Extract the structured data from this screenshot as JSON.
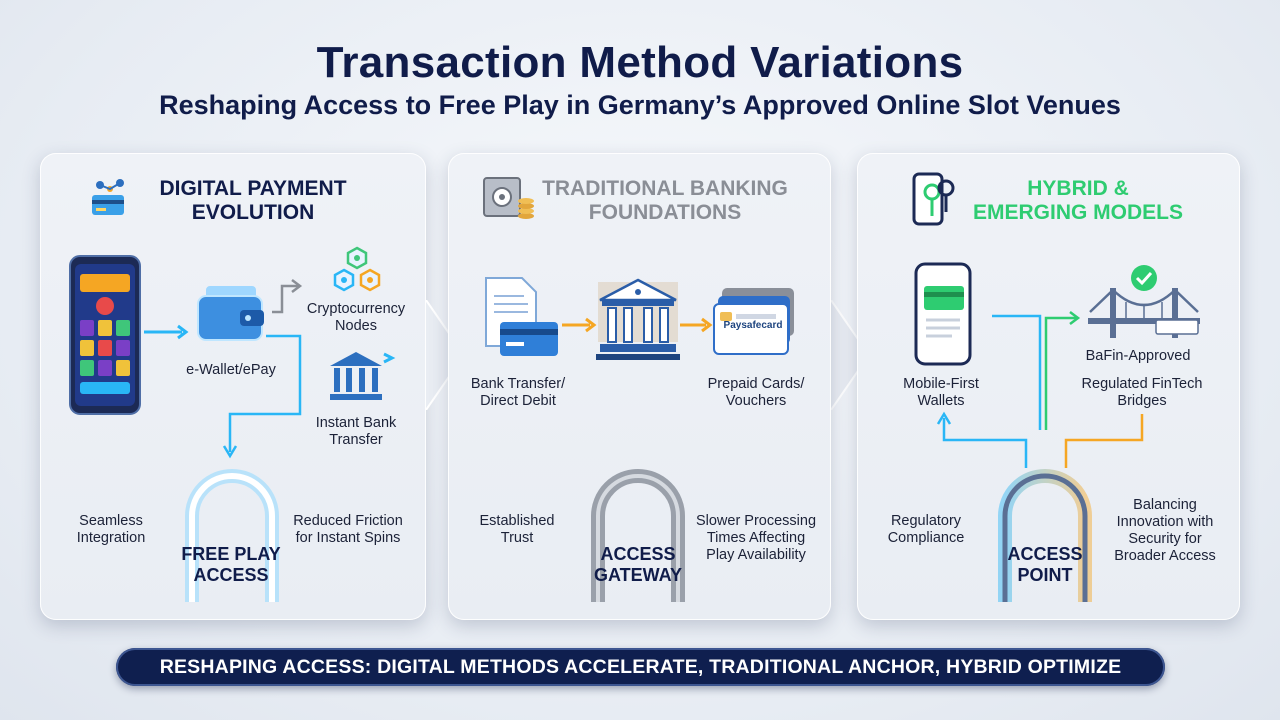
{
  "header": {
    "title": "Transaction Method Variations",
    "subtitle": "Reshaping Access to Free Play in Germany’s Approved Online Slot Venues"
  },
  "panels": {
    "digital": {
      "title_line1": "DIGITAL PAYMENT",
      "title_line2": "EVOLUTION",
      "ewallet": "e-Wallet/ePay",
      "crypto_line1": "Cryptocurrency",
      "crypto_line2": "Nodes",
      "bank_line1": "Instant Bank",
      "bank_line2": "Transfer",
      "left_line1": "Seamless",
      "left_line2": "Integration",
      "right_line1": "Reduced Friction",
      "right_line2": "for Instant Spins",
      "arch_line1": "FREE PLAY",
      "arch_line2": "ACCESS"
    },
    "traditional": {
      "title_line1": "TRADITIONAL BANKING",
      "title_line2": "FOUNDATIONS",
      "bank_line1": "Bank Transfer/",
      "bank_line2": "Direct Debit",
      "prepaid_line1": "Prepaid Cards/",
      "prepaid_line2": "Vouchers",
      "card_text": "Paysafecard",
      "left_line1": "Established",
      "left_line2": "Trust",
      "right_line1": "Slower Processing",
      "right_line2": "Times Affecting",
      "right_line3": "Play Availability",
      "arch_line1": "ACCESS",
      "arch_line2": "GATEWAY"
    },
    "hybrid": {
      "title_line1": "HYBRID &",
      "title_line2": "EMERGING MODELS",
      "wallet_line1": "Mobile-First",
      "wallet_line2": "Wallets",
      "bafin": "BaFin-Approved",
      "fintech_line1": "Regulated FinTech",
      "fintech_line2": "Bridges",
      "left_line1": "Regulatory",
      "left_line2": "Compliance",
      "right_line1": "Balancing",
      "right_line2": "Innovation with",
      "right_line3": "Security for",
      "right_line4": "Broader Access",
      "arch_line1": "ACCESS",
      "arch_line2": "POINT"
    }
  },
  "banner": "RESHAPING ACCESS: DIGITAL METHODS ACCELERATE, TRADITIONAL ANCHOR, HYBRID OPTIMIZE",
  "colors": {
    "navy": "#101c4a",
    "digital_accent": "#29b6f6",
    "traditional_accent": "#f5a623",
    "hybrid_accent": "#2ecc71",
    "traditional_title": "#8a8e96"
  }
}
